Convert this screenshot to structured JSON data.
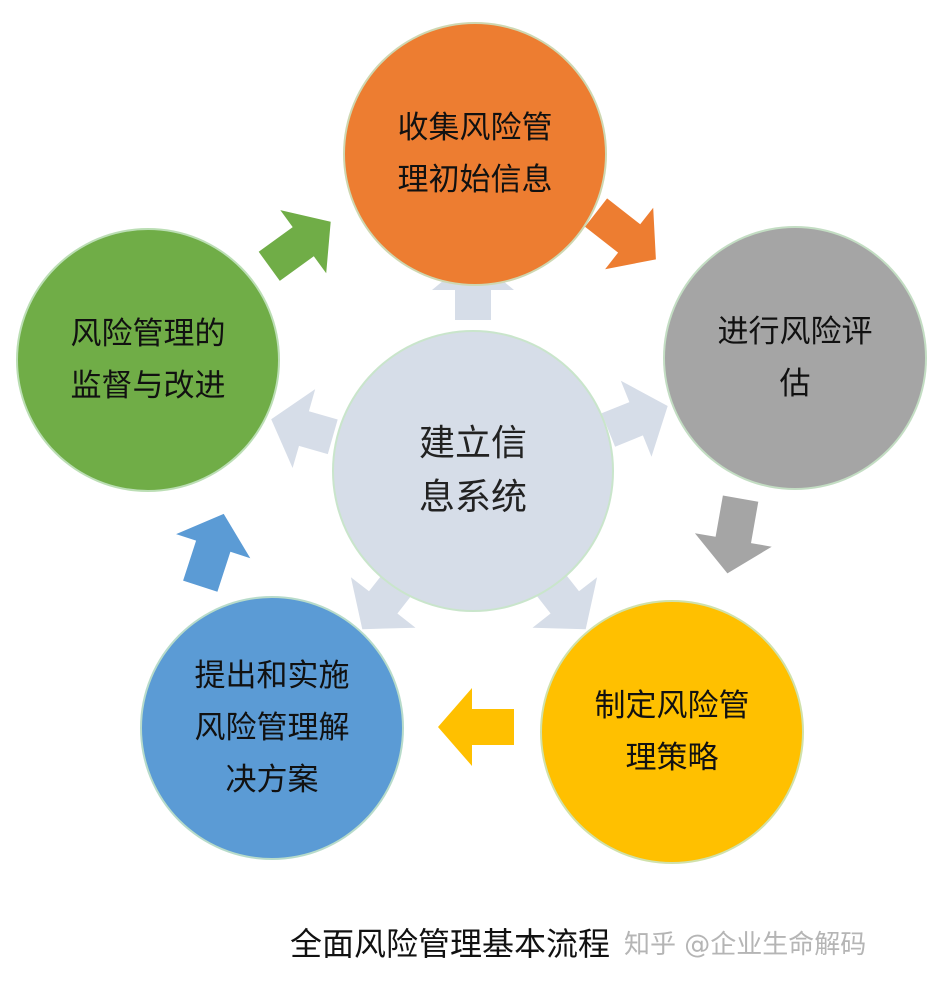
{
  "center": {
    "label_lines": [
      "建立信",
      "息系统"
    ],
    "color": "#d6dde8"
  },
  "nodes": [
    {
      "id": "collect",
      "label_lines": [
        "收集风险管",
        "理初始信息"
      ],
      "color": "#ed7d31"
    },
    {
      "id": "assess",
      "label_lines": [
        "进行风险评",
        "估"
      ],
      "color": "#a5a5a5"
    },
    {
      "id": "strategy",
      "label_lines": [
        "制定风险管",
        "理策略"
      ],
      "color": "#ffc000"
    },
    {
      "id": "implement",
      "label_lines": [
        "提出和实施",
        "风险管理解",
        "决方案"
      ],
      "color": "#5b9bd5"
    },
    {
      "id": "monitor",
      "label_lines": [
        "风险管理的",
        "监督与改进"
      ],
      "color": "#70ad47"
    }
  ],
  "arrow_colors": {
    "inner": "#d6dde8",
    "collect_to_assess": "#ed7d31",
    "assess_to_strategy": "#a5a5a5",
    "strategy_to_implement": "#ffc000",
    "implement_to_monitor": "#5b9bd5",
    "monitor_to_collect": "#70ad47"
  },
  "caption": {
    "title": "全面风险管理基本流程",
    "watermark": "知乎 @企业生命解码"
  }
}
